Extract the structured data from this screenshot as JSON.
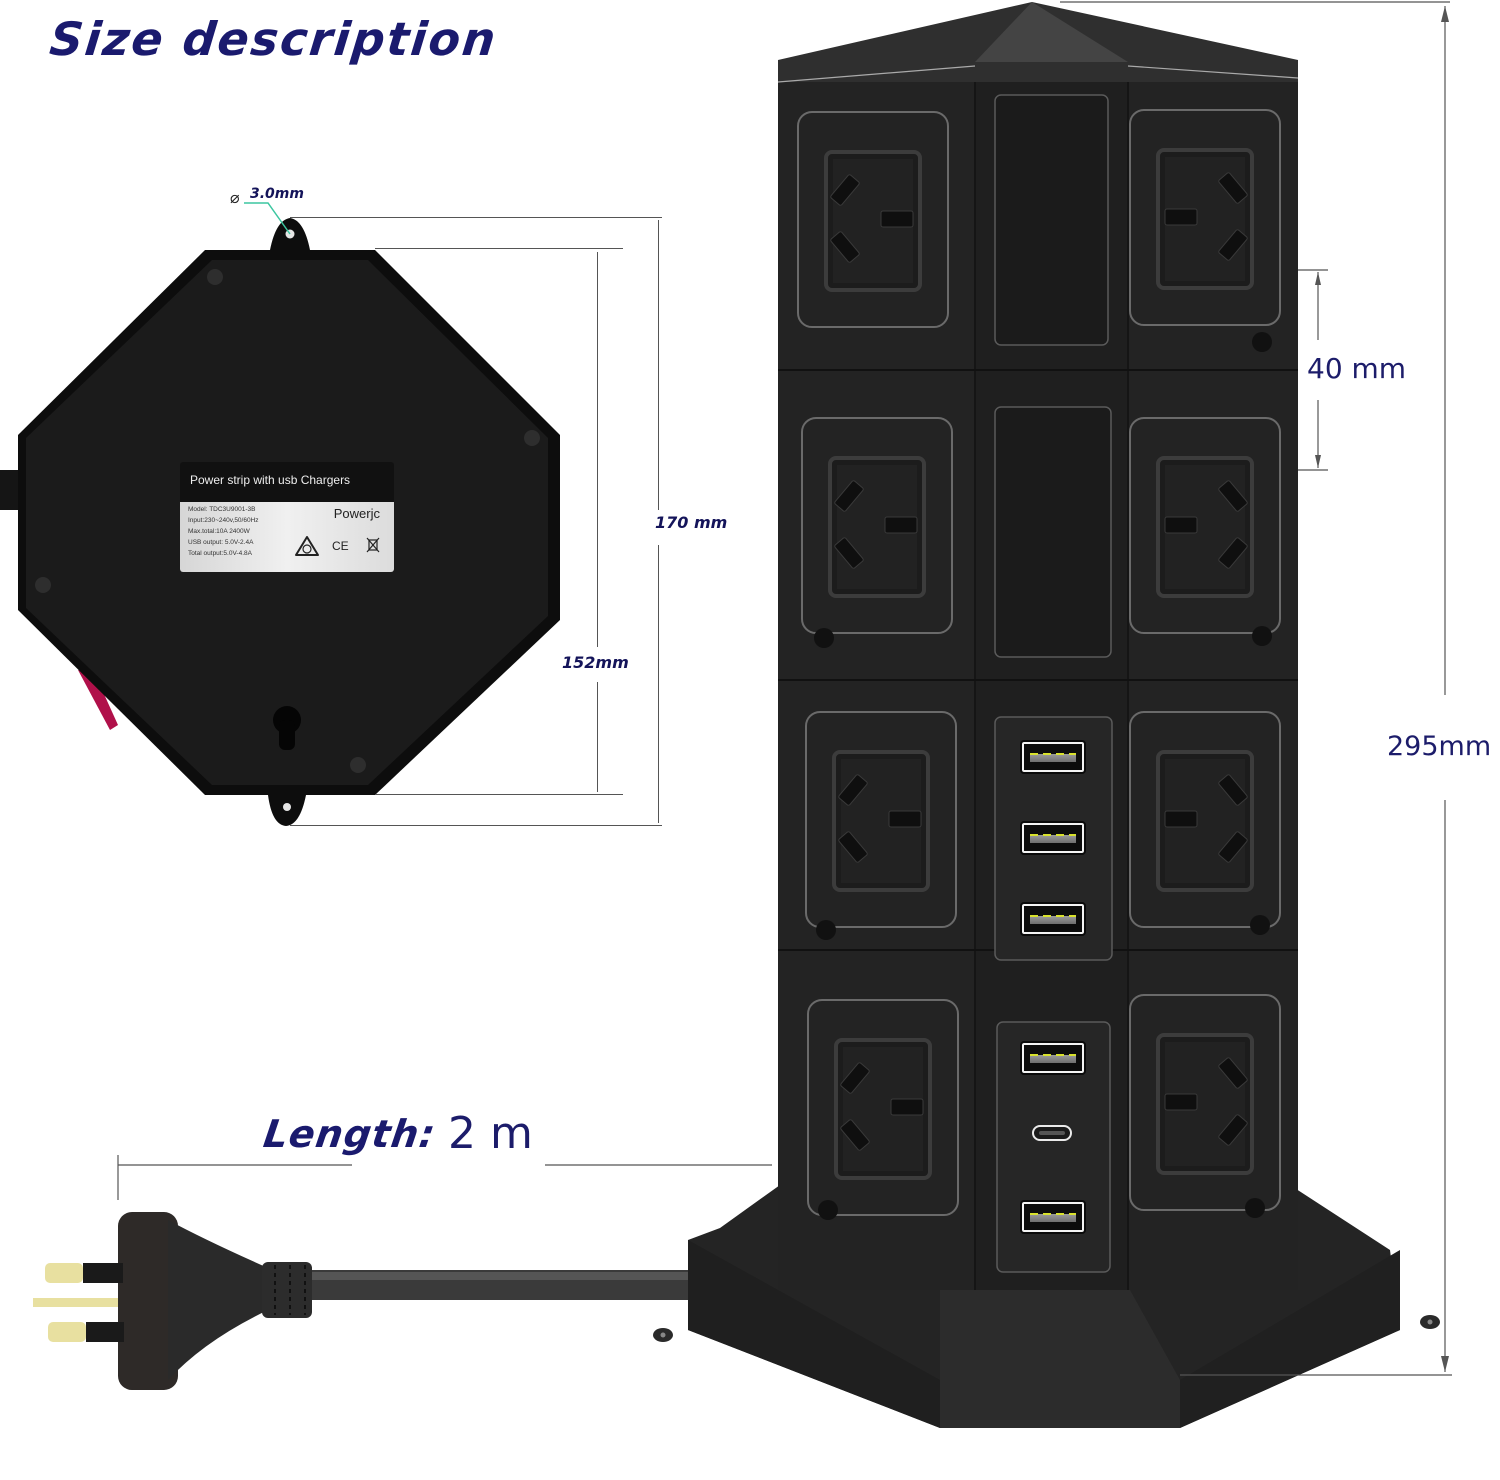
{
  "title": "Size description",
  "bottom_view": {
    "hole_diameter": "3.0mm",
    "diameter_symbol": "⌀",
    "outer_height": "170 mm",
    "inner_height": "152mm",
    "label": {
      "header": "Power strip with usb Chargers",
      "brand": "Powerjc",
      "specs": [
        "Model: TDC3U9001-3B",
        "Input:230~240v,50/60Hz",
        "Max.total:10A 2400W",
        "USB output: 5.0V-2.4A",
        "Total output:5.0V-4.8A"
      ],
      "certifications": [
        "RCM",
        "CE",
        "WEEE"
      ]
    }
  },
  "tower": {
    "tier_height": "40 mm",
    "total_height": "295mm",
    "tiers": 4,
    "ac_outlets_visible": 8,
    "usb_panel_upper": [
      "USB-A",
      "USB-A",
      "USB-A"
    ],
    "usb_panel_lower": [
      "USB-A",
      "USB-C",
      "USB-A"
    ]
  },
  "cable": {
    "label": "Length:",
    "value": "2 m"
  },
  "colors": {
    "title": "#1a1a6e",
    "body": "#242424",
    "dimension_line": "#555555",
    "leader_line": "#3cc6a0",
    "pin_brass": "#e8e0a0",
    "usb_pins": "#d9e22c"
  }
}
